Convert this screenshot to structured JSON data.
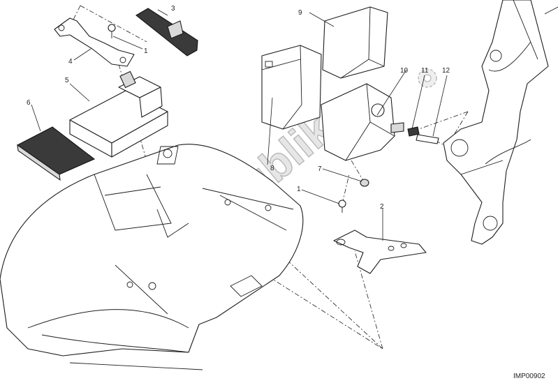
{
  "watermark": "PartsRepublik",
  "drawing_code": "IMP00902",
  "callouts": {
    "c1a": "1",
    "c1b": "1",
    "c2": "2",
    "c3": "3",
    "c4": "4",
    "c5": "5",
    "c6": "6",
    "c7": "7",
    "c8": "8",
    "c9": "9",
    "c10": "10",
    "c11": "11",
    "c12": "12"
  }
}
